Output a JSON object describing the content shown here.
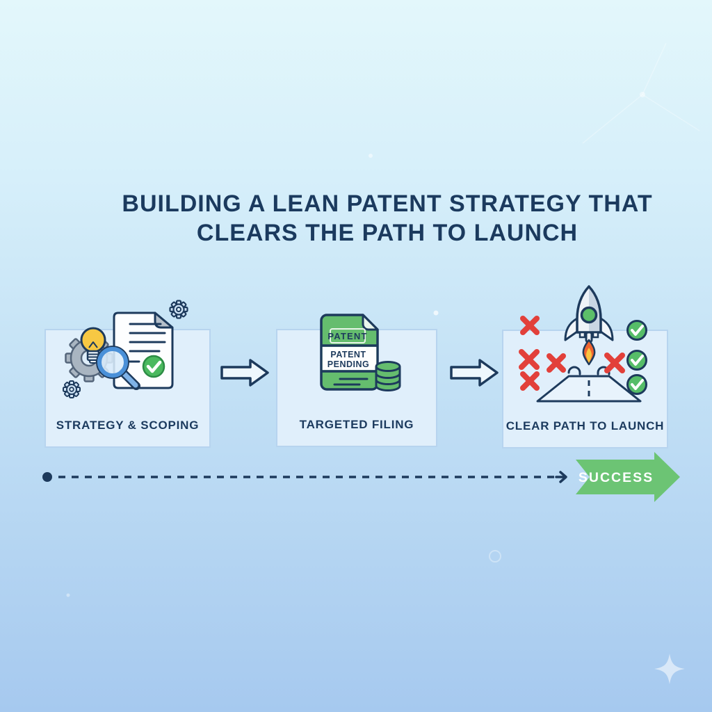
{
  "title": {
    "line1": "BUILDING A LEAN PATENT STRATEGY THAT",
    "line2": "CLEARS THE PATH TO LAUNCH"
  },
  "steps": [
    {
      "label": "STRATEGY & SCOPING",
      "icon": "research-document-magnifier-icon"
    },
    {
      "label": "TARGETED FILING",
      "icon": "patent-document-coins-icon",
      "document": {
        "header": "PATENT",
        "stamp_line1": "PATENT",
        "stamp_line2": "PENDING"
      }
    },
    {
      "label": "CLEAR PATH TO LAUNCH",
      "icon": "rocket-launch-runway-icon"
    }
  ],
  "flow": {
    "connector_icon": "right-arrow-icon",
    "timeline_icon": "dashed-timeline",
    "success_label": "SUCCESS"
  },
  "colors": {
    "navy": "#1d3a5c",
    "green": "#5cbd6a",
    "success_green": "#6cc474",
    "red": "#e2403a",
    "yellow": "#f7c843",
    "blue": "#4a90d8",
    "card_fill": "#e0effb",
    "card_border": "#b7d4ef",
    "bg_top": "#e3f7fb",
    "bg_bottom": "#a6c9ef"
  }
}
